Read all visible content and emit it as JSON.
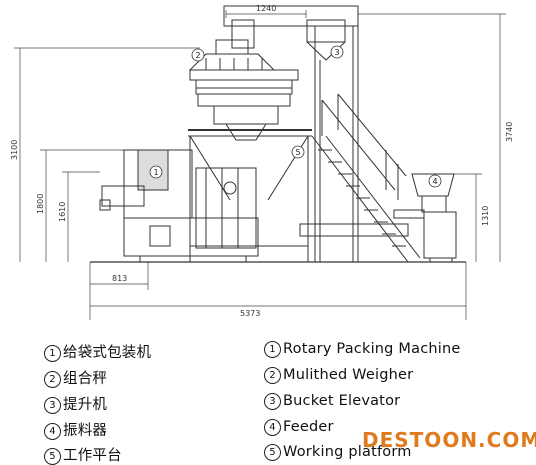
{
  "dimensions": {
    "top_width": "1240",
    "total_height": "3100",
    "machine_height": "1800",
    "platform_height": "1610",
    "elevator_height": "3740",
    "feeder_height": "1310",
    "left_offset": "813",
    "total_length": "5373"
  },
  "callouts": {
    "rotary": "1",
    "weigher": "2",
    "elevator": "3",
    "feeder": "4",
    "platform": "5"
  },
  "legend": [
    {
      "num": "1",
      "cn": "给袋式包装机",
      "en": "Rotary Packing Machine"
    },
    {
      "num": "2",
      "cn": "组合秤",
      "en": "Mulithed Weigher"
    },
    {
      "num": "3",
      "cn": "提升机",
      "en": "Bucket Elevator"
    },
    {
      "num": "4",
      "cn": "振料器",
      "en": "Feeder"
    },
    {
      "num": "5",
      "cn": "工作平台",
      "en": "Working platform"
    }
  ],
  "watermark": "DESTOON.COM",
  "colors": {
    "line": "#333333",
    "watermark": "#e07a1f"
  }
}
